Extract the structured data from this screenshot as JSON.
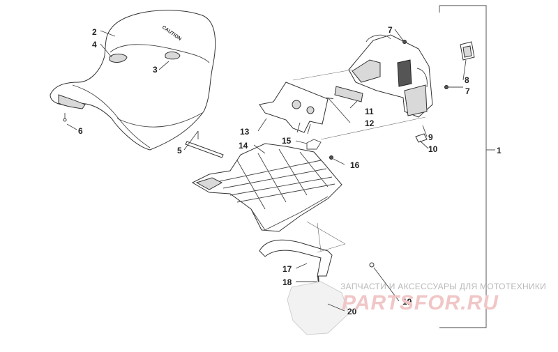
{
  "diagram": {
    "callouts": [
      "1",
      "2",
      "3",
      "4",
      "5",
      "6",
      "7",
      "7",
      "8",
      "9",
      "10",
      "11",
      "12",
      "13",
      "14",
      "15",
      "16",
      "17",
      "18",
      "19",
      "20"
    ]
  },
  "seat_label": "CAUTION",
  "watermark": {
    "text": "ЗАПЧАСТИ И АКСЕССУАРЫ ДЛЯ МОТОТЕХНИКИ",
    "logo": "PARTSFOR.RU"
  }
}
